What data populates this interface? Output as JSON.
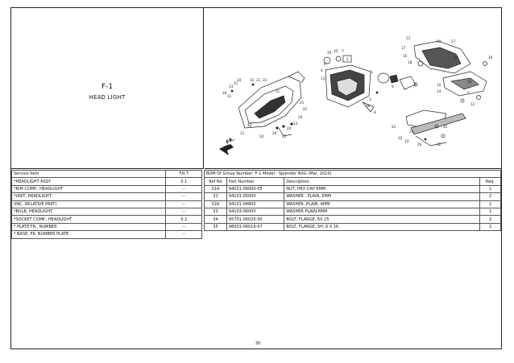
{
  "title": {
    "code": "F-1",
    "name": "HEAD LIGHT"
  },
  "diagram": {
    "direction_label": "FR.",
    "callouts": [
      "34",
      "13",
      "21",
      "31",
      "21",
      "31",
      "26",
      "21",
      "11",
      "26",
      "24",
      "25",
      "24",
      "23",
      "24",
      "22",
      "21",
      "31",
      "12",
      "27",
      "17",
      "29",
      "15",
      "18",
      "16",
      "19",
      "20",
      "35",
      "6",
      "7",
      "4",
      "13",
      "1",
      "2",
      "3",
      "30",
      "8",
      "9",
      "10",
      "14",
      "22",
      "23",
      "32",
      "33",
      "35",
      "5",
      "12",
      "28",
      "26",
      "32"
    ]
  },
  "service_table": {
    "headers": [
      "Service Item",
      "F.R.T"
    ],
    "rows": [
      [
        "*HEADLIGHT ASSY",
        "0.1"
      ],
      [
        "*RIM COMP., HEADLIGHT",
        "--"
      ],
      [
        "*UNIT, HEADLIGHT",
        "--"
      ],
      [
        "(INC. RELATIVE PART)",
        "--"
      ],
      [
        "*BULB, HEADLIGHT",
        "--"
      ],
      [
        "*SOCKET COMP., HEADLIGHT",
        "0.2"
      ],
      [
        "* PLATE FR., NUMBER",
        "--"
      ],
      [
        "* BASE, FR. NUMBER PLATE",
        "--"
      ]
    ]
  },
  "bom_table": {
    "header_line": "BOM Of Group Number: F-1 Model : Splendor NXG (Mar, 2010)",
    "headers": [
      "Ref No",
      "Part Number",
      "Description",
      "Req."
    ],
    "rows": [
      [
        "31A",
        "94021-06000-05",
        "NUT, HEX CAP 6MM",
        "1"
      ],
      [
        "32",
        "94101-05000",
        "WASHER , PLAIN, 5MM",
        "2"
      ],
      [
        "32A",
        "94101-04800",
        "WASHER ,PLAIN ,4MM",
        "1"
      ],
      [
        "33",
        "94103-06000",
        "WASHER PLAIN,6MM",
        "1"
      ],
      [
        "34",
        "95701-06025-00",
        "BOLT, FLANGE, 6X 25",
        "2"
      ],
      [
        "35",
        "96001-06016-07",
        "BOLT, FLANGE, SH. 6 X 16",
        "2"
      ]
    ]
  },
  "page_number": "30"
}
